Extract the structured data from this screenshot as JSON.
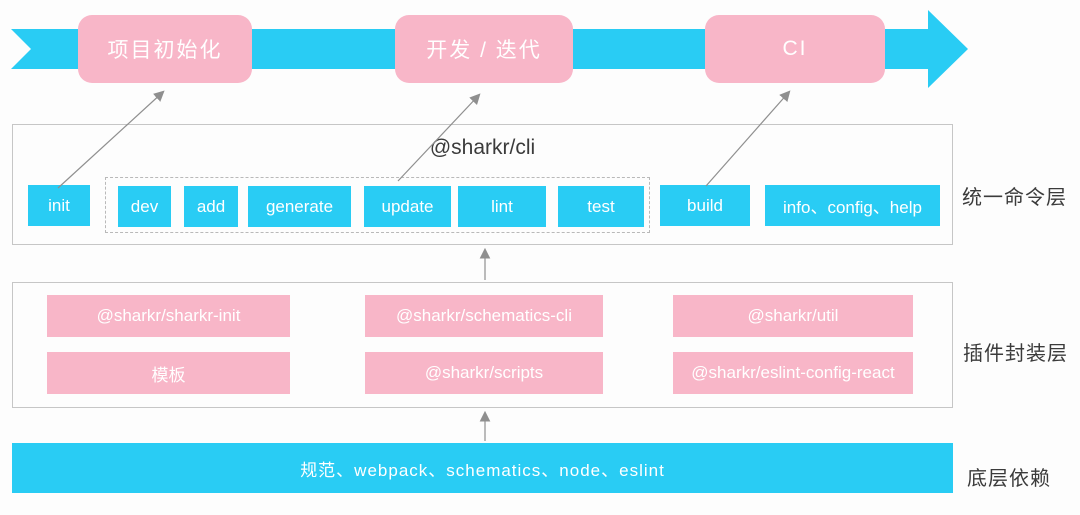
{
  "colors": {
    "cyan": "#29ccf4",
    "pink": "#f8b6c8",
    "border": "#c6c6c6",
    "arrow": "#8f8f8f",
    "ink": "#3b3b3b"
  },
  "timeline": {
    "stages": [
      {
        "label": "项目初始化"
      },
      {
        "label": "开发 / 迭代"
      },
      {
        "label": "CI"
      }
    ]
  },
  "command_layer": {
    "title": "@sharkr/cli",
    "layer_label": "统一命令层",
    "standalone_command": "init",
    "dashed_commands": [
      "dev",
      "add",
      "generate",
      "update",
      "lint",
      "test"
    ],
    "build_command": "build",
    "misc_commands": "info、config、help"
  },
  "plugin_layer": {
    "layer_label": "插件封装层",
    "rows": [
      [
        "@sharkr/sharkr-init",
        "@sharkr/schematics-cli",
        "@sharkr/util"
      ],
      [
        "模板",
        "@sharkr/scripts",
        "@sharkr/eslint-config-react"
      ]
    ]
  },
  "dependency_layer": {
    "layer_label": "底层依赖",
    "text": "规范、webpack、schematics、node、eslint"
  }
}
